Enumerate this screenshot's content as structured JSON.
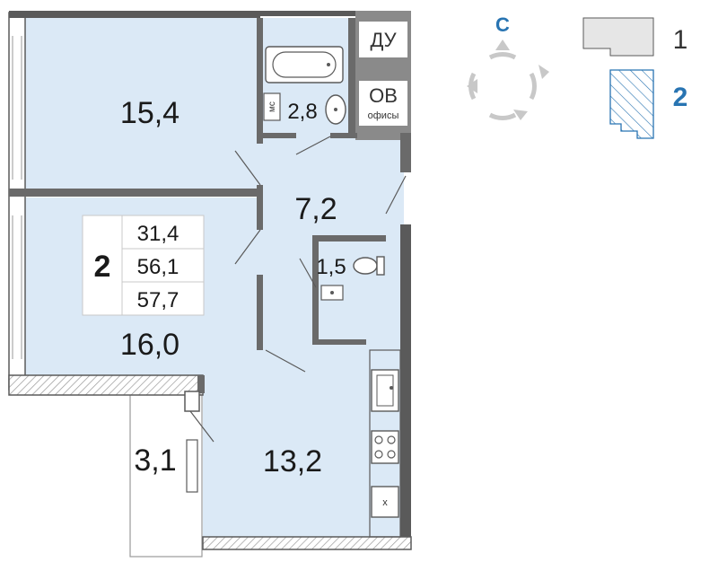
{
  "plan": {
    "rooms": [
      {
        "area": "15,4"
      },
      {
        "area": "16,0"
      },
      {
        "area": "7,2"
      },
      {
        "area": "2,8"
      },
      {
        "area": "1,5"
      },
      {
        "area": "13,2"
      },
      {
        "area": "3,1"
      }
    ],
    "summary": {
      "rooms": "2",
      "living_area": "31,4",
      "total_area": "56,1",
      "total_with_balcony": "57,7"
    },
    "shafts": {
      "du": "ДУ",
      "ov": "ОВ",
      "ov_sub": "офисы"
    },
    "bathroom_marker": "мс",
    "kitchen_marker": "x"
  },
  "compass": {
    "letter": "С"
  },
  "sections": {
    "first": "1",
    "second": "2",
    "active": "2"
  },
  "colors": {
    "room_fill": "#dbe9f6",
    "wall": "#5a5a5a",
    "accent": "#2874b2",
    "section_fill": "#e6e6e6"
  }
}
